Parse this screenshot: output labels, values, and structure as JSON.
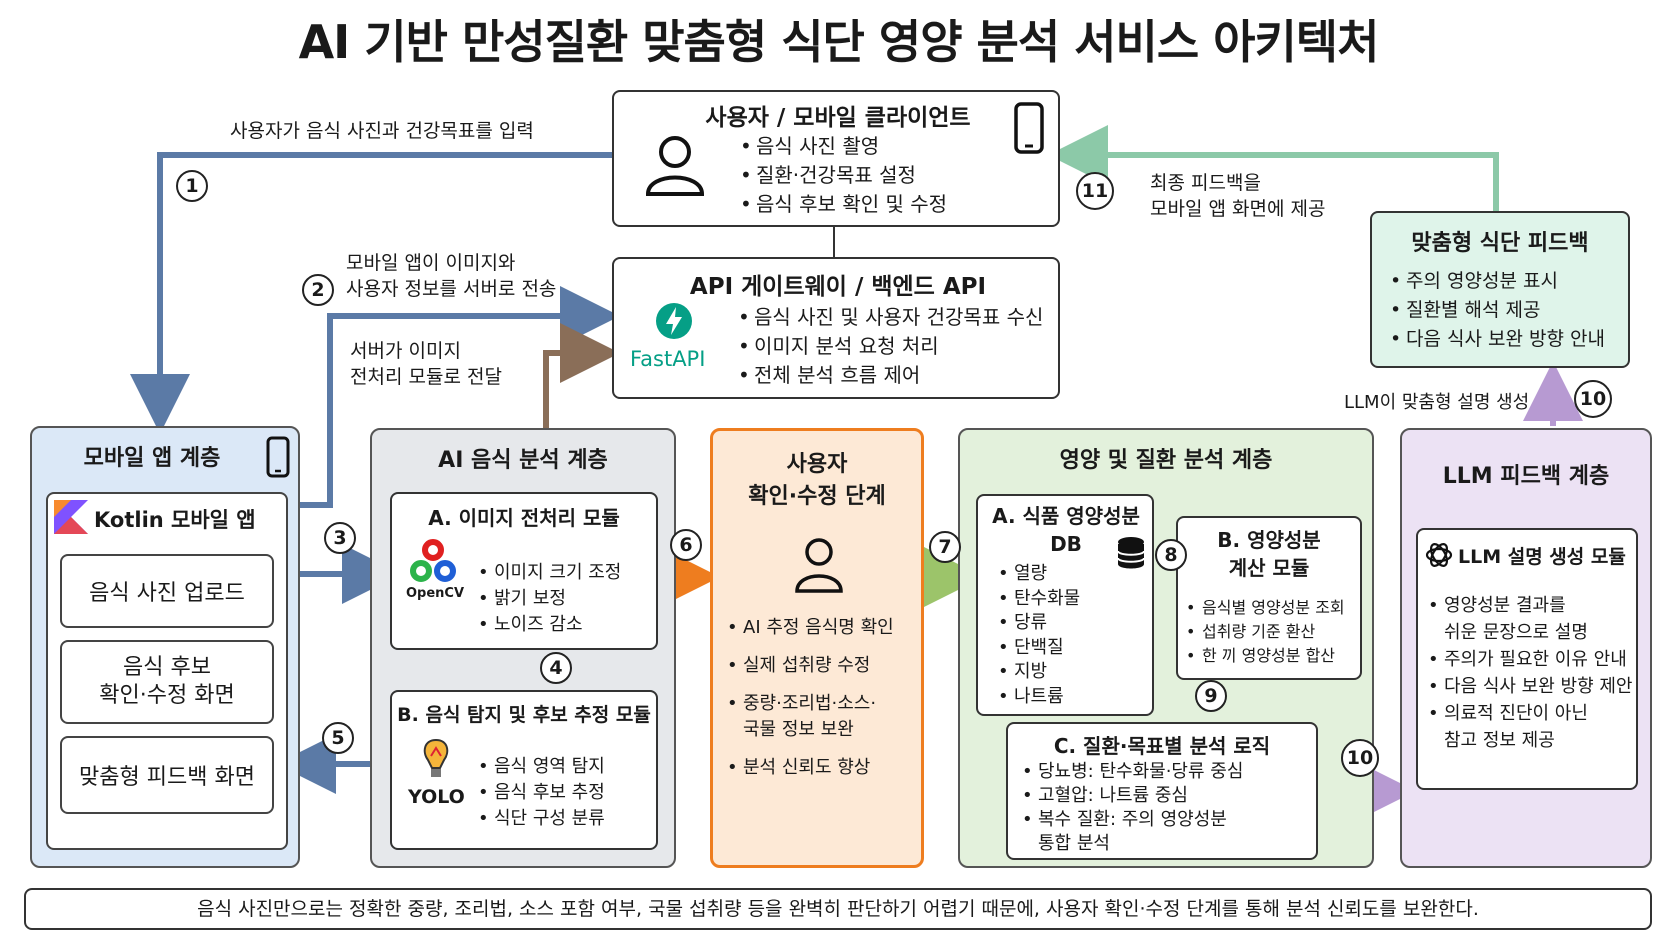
{
  "title": "AI 기반 만성질환 맞춤형 식단 영양 분석 서비스 아키텍처",
  "client": {
    "title": "사용자 / 모바일 클라이언트",
    "items": [
      "음식 사진 촬영",
      "질환·건강목표 설정",
      "음식 후보 확인 및 수정"
    ],
    "icons": [
      "user-icon",
      "smartphone-icon"
    ]
  },
  "api": {
    "title": "API 게이트웨이 / 백엔드 API",
    "logo_text": "FastAPI",
    "items": [
      "음식 사진 및 사용자 건강목표 수신",
      "이미지 분석 요청 처리",
      "전체 분석 흐름 제어"
    ]
  },
  "feedback_box": {
    "title": "맞춤형 식단 피드백",
    "items": [
      "주의 영양성분 표시",
      "질환별 해석 제공",
      "다음 식사 보완 방향 안내"
    ]
  },
  "mobile": {
    "title": "모바일 앱 계층",
    "app": "Kotlin 모바일 앱",
    "screens": [
      "음식 사진 업로드",
      "음식 후보\n확인·수정 화면",
      "맞춤형 피드백 화면"
    ]
  },
  "ai": {
    "title": "AI 음식 분석 계층",
    "a_title": "A. 이미지 전처리 모듈",
    "a_logo": "OpenCV",
    "a_items": [
      "이미지 크기 조정",
      "밝기 보정",
      "노이즈 감소"
    ],
    "b_title": "B. 음식 탐지 및 후보 추정 모듈",
    "b_logo": "YOLO",
    "b_items": [
      "음식 영역 탐지",
      "음식 후보 추정",
      "식단 구성 분류"
    ]
  },
  "confirm": {
    "title": "사용자\n확인·수정 단계",
    "items": [
      "AI 추정 음식명 확인",
      "실제 섭취량 수정",
      "중량·조리법·소스·\n국물 정보 보완",
      "분석 신뢰도 향상"
    ]
  },
  "nutrition": {
    "title": "영양 및 질환 분석 계층",
    "a_title": "A. 식품 영양성분\nDB",
    "a_items": [
      "열량",
      "탄수화물",
      "당류",
      "단백질",
      "지방",
      "나트륨"
    ],
    "b_title": "B. 영양성분\n계산 모듈",
    "b_items": [
      "음식별 영양성분 조회",
      "섭취량 기준 환산",
      "한 끼 영양성분 합산"
    ],
    "c_title": "C. 질환·목표별 분석 로직",
    "c_items": [
      "당뇨병: 탄수화물·당류 중심",
      "고혈압: 나트륨 중심",
      "복수 질환: 주의 영양성분\n통합 분석"
    ]
  },
  "llm": {
    "title": "LLM 피드백 계층",
    "module": "LLM 설명 생성 모듈",
    "items": [
      "영양성분 결과를\n쉬운 문장으로 설명",
      "주의가 필요한 이유 안내",
      "다음 식사 보완 방향 제안",
      "의료적 진단이 아닌\n참고 정보 제공"
    ]
  },
  "labels": {
    "s1": "사용자가 음식 사진과 건강목표를 입력",
    "s2": "모바일 앱이 이미지와\n사용자 정보를 서버로 전송",
    "s3": "서버가 이미지\n전처리 모듈로 전달",
    "s10": "LLM이 맞춤형 설명 생성",
    "s11": "최종 피드백을\n모바일 앱 화면에 제공"
  },
  "steps": [
    "1",
    "2",
    "3",
    "4",
    "5",
    "6",
    "7",
    "8",
    "9",
    "10",
    "10",
    "11"
  ],
  "footer": "음식 사진만으로는 정확한 중량, 조리법, 소스 포함 여부, 국물 섭취량 등을 완벽히 판단하기 어렵기 때문에, 사용자 확인·수정 단계를 통해 분석 신뢰도를 보완한다.",
  "colors": {
    "mobile_bg": "#dbe8f7",
    "ai_bg": "#e6e8eb",
    "confirm_bg": "#fde9d6",
    "confirm_border": "#ee7d1f",
    "nutrition_bg": "#e3f1dc",
    "llm_bg": "#ece2f4",
    "feedback_bg": "#dff4ea",
    "arrow_blue": "#5b7aa6",
    "arrow_brown": "#8a6e58",
    "arrow_orange": "#ee7d1f",
    "arrow_green": "#9cc46a",
    "arrow_purple": "#b79ad2",
    "arrow_teal": "#8cc9a8"
  }
}
